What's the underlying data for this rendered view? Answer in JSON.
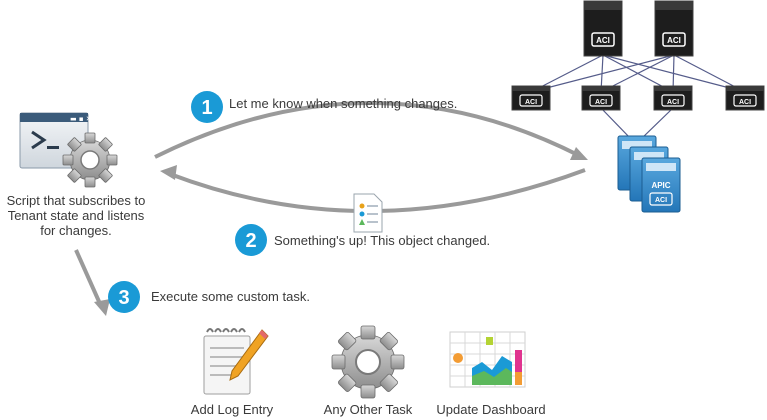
{
  "script_caption": [
    "Script that subscribes to",
    "Tenant state and listens",
    "for changes."
  ],
  "steps": [
    {
      "number": "1",
      "text": "Let me know when something changes."
    },
    {
      "number": "2",
      "text": "Something's up! This object changed."
    },
    {
      "number": "3",
      "text": "Execute some custom task."
    }
  ],
  "tasks": [
    {
      "label": "Add Log Entry",
      "icon": "log-notepad-icon"
    },
    {
      "label": "Any Other Task",
      "icon": "gear-icon"
    },
    {
      "label": "Update Dashboard",
      "icon": "dashboard-chart-icon"
    }
  ],
  "fabric": {
    "spine_badge": "ACI",
    "leaf_badge": "ACI",
    "apic_label": "APIC",
    "apic_badge": "ACI"
  },
  "colors": {
    "step_circle": "#1a9ad6",
    "arrow": "#9a9a9a",
    "switch_dark": "#1d1d1d",
    "apic_blue": "#2f86c6"
  }
}
